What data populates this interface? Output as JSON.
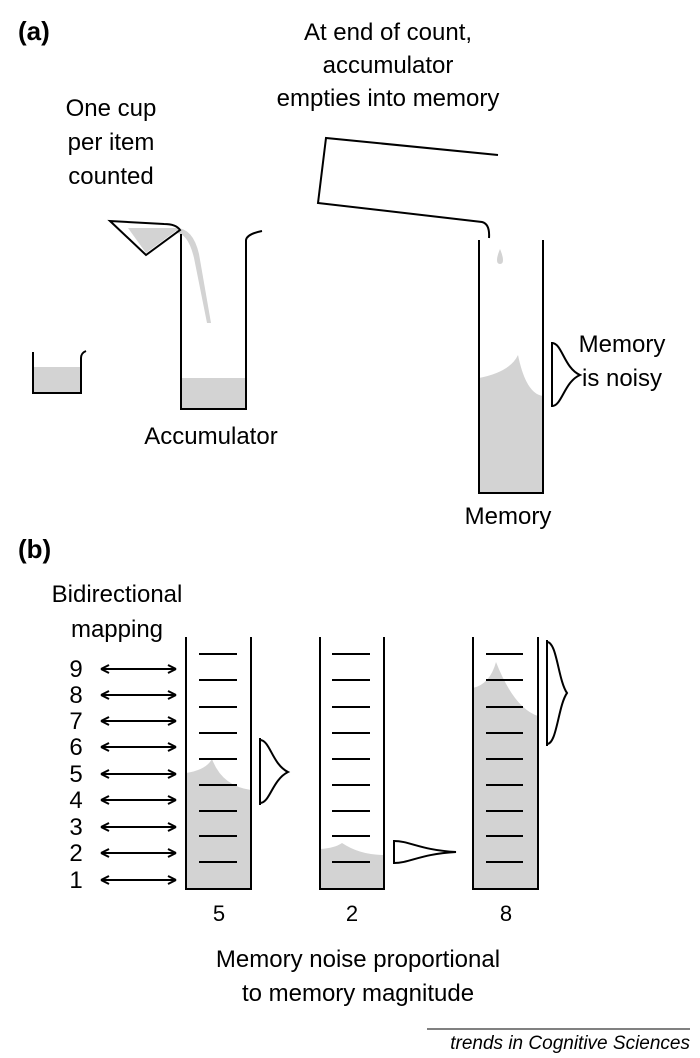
{
  "panel_a": {
    "label": "(a)",
    "cup_caption": [
      "One cup",
      "per item",
      "counted"
    ],
    "pour_caption": [
      "At end of count,",
      "accumulator",
      "empties into memory"
    ],
    "accumulator_label": "Accumulator",
    "memory_label": "Memory",
    "noise_caption": [
      "Memory",
      "is noisy"
    ]
  },
  "panel_b": {
    "label": "(b)",
    "mapping_caption": [
      "Bidirectional",
      "mapping"
    ],
    "scale_numbers": [
      "9",
      "8",
      "7",
      "6",
      "5",
      "4",
      "3",
      "2",
      "1"
    ],
    "column_values": [
      "5",
      "2",
      "8"
    ],
    "bottom_caption": [
      "Memory noise proportional",
      "to memory magnitude"
    ]
  },
  "credit": "trends in Cognitive Sciences",
  "colors": {
    "fill": "#d3d3d3",
    "stroke": "#000000"
  }
}
